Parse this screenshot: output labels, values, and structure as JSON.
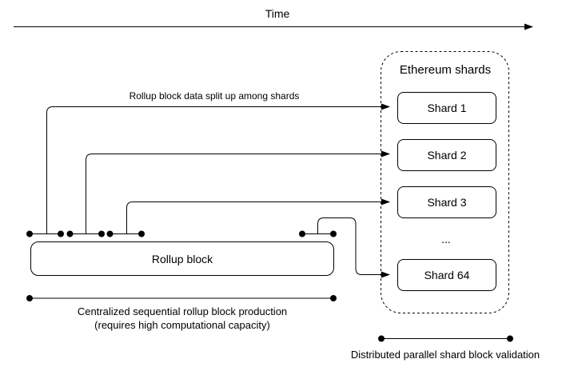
{
  "time_axis": {
    "label": "Time"
  },
  "annotations": {
    "split": "Rollup block data split up among shards"
  },
  "shard_container": {
    "title": "Ethereum shards",
    "shards": [
      "Shard 1",
      "Shard 2",
      "Shard 3",
      "Shard 64"
    ],
    "ellipsis": "..."
  },
  "rollup": {
    "label": "Rollup block"
  },
  "captions": {
    "production_line1": "Centralized sequential rollup block production",
    "production_line2": "(requires high computational capacity)",
    "validation": "Distributed parallel shard block validation"
  },
  "colors": {
    "stroke": "#000000",
    "background": "#ffffff"
  }
}
